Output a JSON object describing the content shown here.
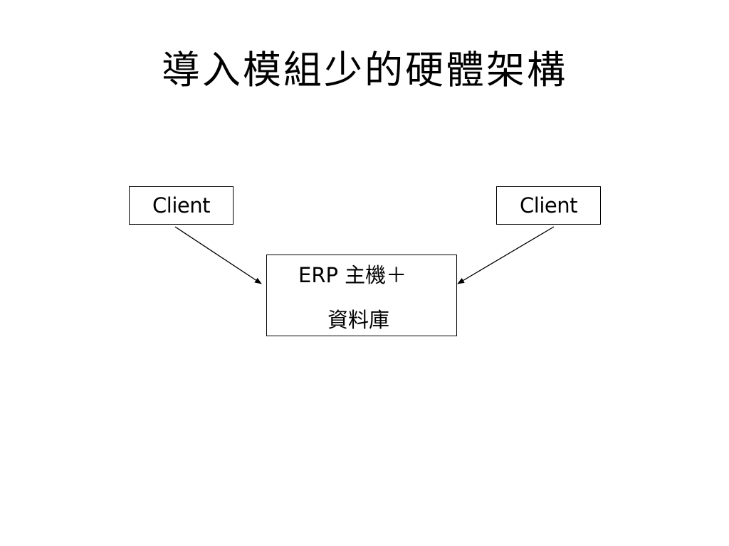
{
  "slide": {
    "title": "導入模組少的硬體架構"
  },
  "diagram": {
    "client_left": {
      "label": "Client"
    },
    "client_right": {
      "label": "Client"
    },
    "server": {
      "line1": "ERP 主機＋",
      "line2": "資料庫"
    }
  },
  "colors": {
    "background": "#ffffff",
    "stroke": "#000000",
    "text": "#000000"
  }
}
